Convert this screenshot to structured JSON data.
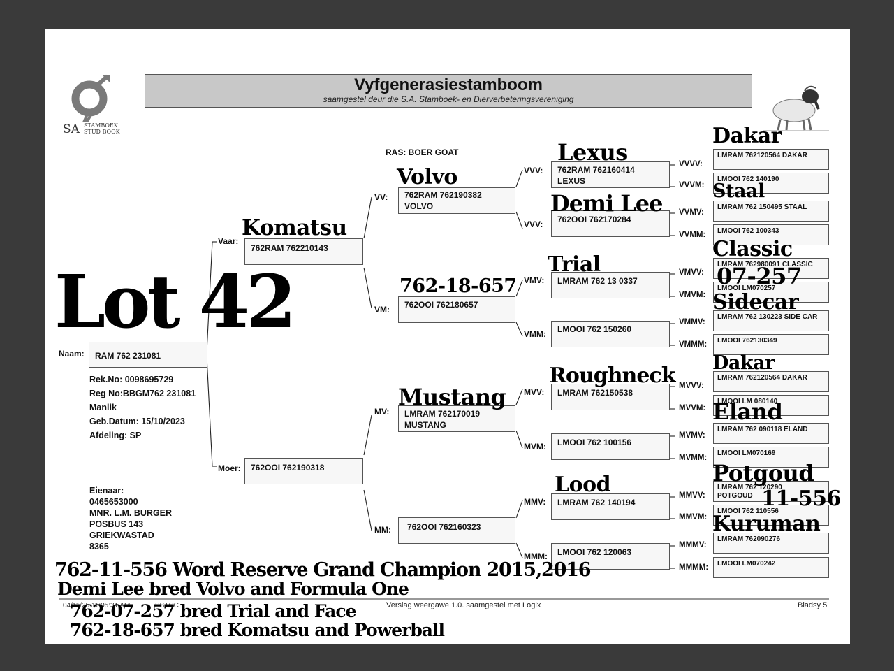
{
  "header": {
    "title": "Vyfgenerasiestamboom",
    "subtitle": "saamgestel deur die S.A. Stamboek- en Dierverbeteringsvereniging",
    "logo_text_big": "SA",
    "logo_text_small_1": "STAMBOEK",
    "logo_text_small_2": "STUD BOOK"
  },
  "breed": "RAS: BOER GOAT",
  "animal": {
    "naam_label": "Naam:",
    "naam": "RAM 762 231081",
    "rek_no": "Rek.No: 0098695729",
    "reg_no": "Reg No:BBGM762 231081",
    "sex": "Manlik",
    "birth": "Geb.Datum: 15/10/2023",
    "afdeling": "Afdeling: SP"
  },
  "owner": {
    "label": "Eienaar:",
    "phone": "0465653000",
    "name": "MNR. L.M. BURGER",
    "po_box": "POSBUS 143",
    "town": "GRIEKWASTAD",
    "code": "8365"
  },
  "gen1": {
    "vaar": {
      "label": "Vaar:",
      "line1": "762RAM 762210143"
    },
    "moer": {
      "label": "Moer:",
      "line1": "762OOI 762190318"
    }
  },
  "gen2": {
    "vv": {
      "label": "VV:",
      "line1": "762RAM 762190382",
      "line2": "VOLVO"
    },
    "vm": {
      "label": "VM:",
      "line1": "762OOI 762180657"
    },
    "mv": {
      "label": "MV:",
      "line1": "LMRAM 762170019",
      "line2": "MUSTANG"
    },
    "mm": {
      "label": "MM:",
      "line1": "762OOI 762160323"
    }
  },
  "gen3": {
    "vvv": {
      "label": "VVV:",
      "line1": "762RAM 762160414",
      "line2": "LEXUS"
    },
    "vvm": {
      "label": "VVV:",
      "line1": "762OOI 762170284"
    },
    "vmv": {
      "label": "VMV:",
      "line1": "LMRAM 762 13 0337"
    },
    "vmm": {
      "label": "VMM:",
      "line1": "LMOOI 762 150260"
    },
    "mvv": {
      "label": "MVV:",
      "line1": "LMRAM 762150538"
    },
    "mvm": {
      "label": "MVM:",
      "line1": "LMOOI 762 100156"
    },
    "mmv": {
      "label": "MMV:",
      "line1": "LMRAM 762 140194"
    },
    "mmm": {
      "label": "MMM:",
      "line1": "LMOOI 762 120063"
    }
  },
  "gen4": [
    {
      "label": "VVVV:",
      "line1": "LMRAM 762120564  DAKAR"
    },
    {
      "label": "VVVM:",
      "line1": "LMOOI 762 140190"
    },
    {
      "label": "VVMV:",
      "line1": "LMRAM 762 150495 STAAL"
    },
    {
      "label": "VVMM:",
      "line1": "LMOOI 762 100343"
    },
    {
      "label": "VMVV:",
      "line1": "LMRAM 762980091 CLASSIC"
    },
    {
      "label": "VMVM:",
      "line1": "LMOOI LM070257"
    },
    {
      "label": "VMMV:",
      "line1": "LMRAM 762 130223 SIDE CAR"
    },
    {
      "label": "VMMM:",
      "line1": "LMOOI 762130349"
    },
    {
      "label": "MVVV:",
      "line1": "LMRAM 762120564  DAKAR"
    },
    {
      "label": "MVVM:",
      "line1": "LMOOI LM 080140"
    },
    {
      "label": "MVMV:",
      "line1": "LMRAM 762 090118 ELAND"
    },
    {
      "label": "MVMM:",
      "line1": "LMOOI LM070169"
    },
    {
      "label": "MMVV:",
      "line1": "LMRAM 762 120290",
      "line2": "POTGOUD"
    },
    {
      "label": "MMVM:",
      "line1": "LMOOI 762 110556"
    },
    {
      "label": "MMMV:",
      "line1": "LMRAM 762090276"
    },
    {
      "label": "MMMM:",
      "line1": "LMOOI LM070242"
    }
  ],
  "overlay": {
    "lot": "Lot 42",
    "dakar1": "Dakar",
    "staal": "Staal",
    "classic": "Classic",
    "num_07257": "07-257",
    "sidecar": "Sidecar",
    "dakar2": "Dakar",
    "eland": "Eland",
    "potgoud": "Potgoud",
    "num_11556": "11-556",
    "kuruman": "Kuruman",
    "lexus": "Lexus",
    "demi_lee": "Demi Lee",
    "trial": "Trial",
    "roughneck": "Roughneck",
    "lood": "Lood",
    "volvo": "Volvo",
    "num_18657": "762-18-657",
    "mustang": "Mustang",
    "komatsu": "Komatsu",
    "note1": "762-11-556 Word Reserve Grand Champion 2015,2016",
    "note2": "Demi Lee bred Volvo and Formula One",
    "note3": "762-07-257 bred Trial and Face",
    "note4": "762-18-657 bred Komatsu and Powerball"
  },
  "footer": {
    "date": "04/11/25 11:05:31 AM",
    "code": "SBTCC",
    "center": "Verslag weergawe 1.0. saamgestel met Logix",
    "page": "Bladsy 5"
  }
}
